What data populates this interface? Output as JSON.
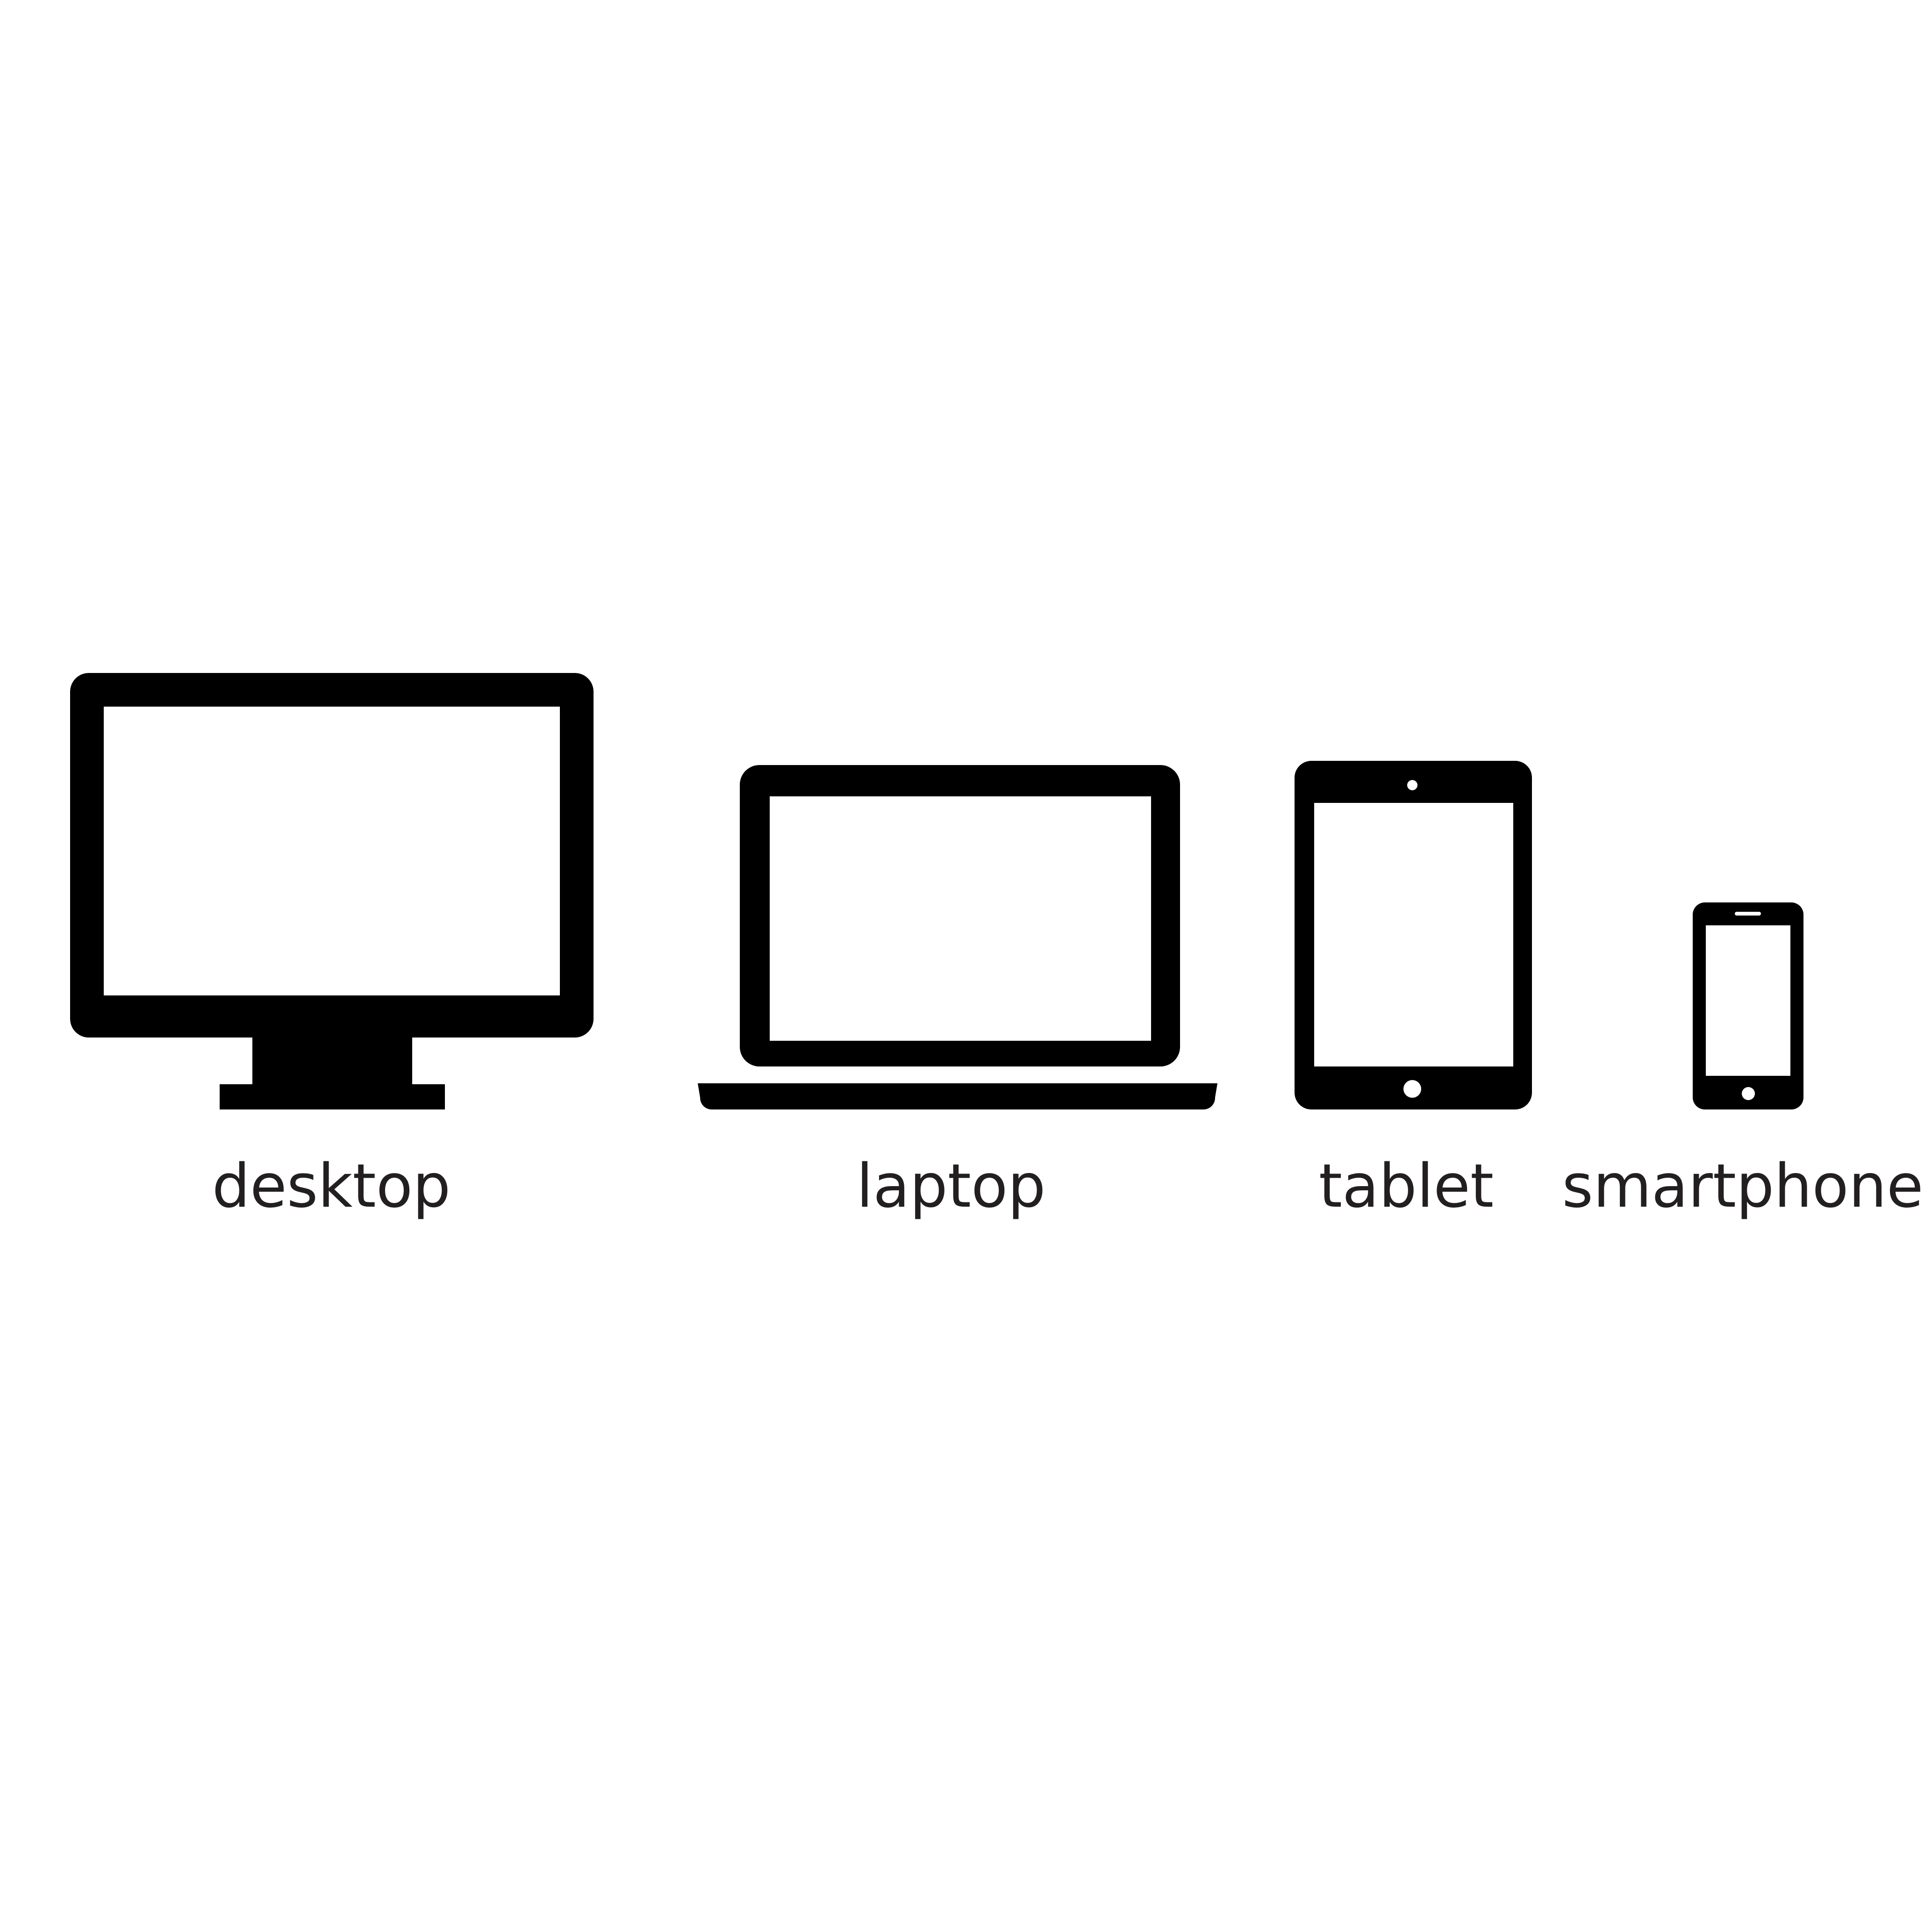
{
  "devices": [
    {
      "label": "desktop",
      "icon": "desktop-monitor-icon"
    },
    {
      "label": "laptop",
      "icon": "laptop-icon"
    },
    {
      "label": "tablet",
      "icon": "tablet-icon"
    },
    {
      "label": "smartphone",
      "icon": "smartphone-icon"
    }
  ],
  "colors": {
    "icon_fill": "#000000",
    "label_text": "#231f20",
    "background": "#ffffff"
  }
}
